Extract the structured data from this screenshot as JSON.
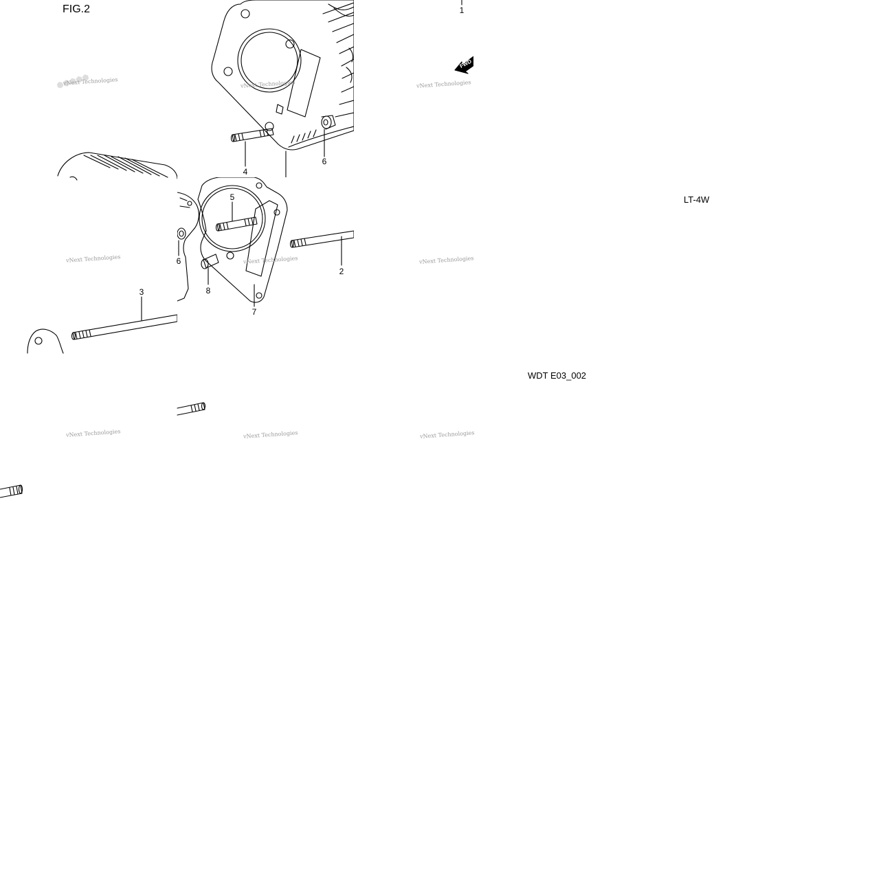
{
  "figure": {
    "title": "FIG.2",
    "model_code": "LT-4W",
    "drawing_code": "WDT E03_002",
    "forward_marker": "FWD",
    "watermark": "vNext Technologies"
  },
  "callouts": [
    "1",
    "2",
    "3",
    "4",
    "5",
    "6",
    "6",
    "7",
    "8"
  ]
}
